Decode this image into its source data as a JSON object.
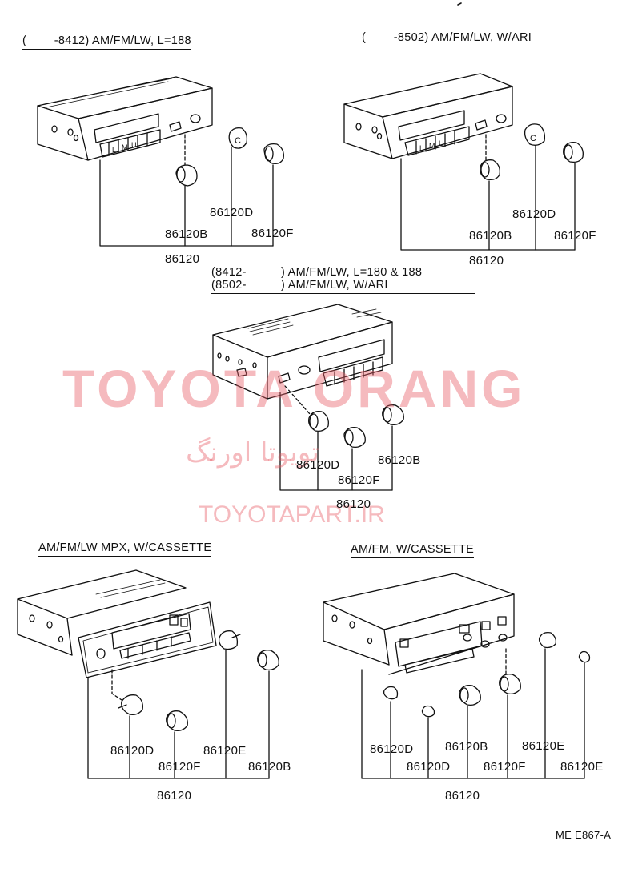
{
  "headers": {
    "top_left": "(        -8412) AM/FM/LW, L=188",
    "top_right": "(        -8502) AM/FM/LW, W/ARI",
    "middle_line1": "(8412-          ) AM/FM/LW, L=180 & 188",
    "middle_line2": "(8502-          ) AM/FM/LW, W/ARI",
    "bottom_left": "AM/FM/LW MPX, W/CASSETTE",
    "bottom_right": "AM/FM, W/CASSETTE"
  },
  "labels": {
    "tl_d": "86120D",
    "tl_b": "86120B",
    "tl_f": "86120F",
    "tl_main": "86120",
    "tr_d": "86120D",
    "tr_b": "86120B",
    "tr_f": "86120F",
    "tr_main": "86120",
    "m_b": "86120B",
    "m_d": "86120D",
    "m_f": "86120F",
    "m_main": "86120",
    "bl_d": "86120D",
    "bl_e": "86120E",
    "bl_f": "86120F",
    "bl_b": "86120B",
    "bl_main": "86120",
    "br_d1": "86120D",
    "br_b": "86120B",
    "br_e1": "86120E",
    "br_d2": "86120D",
    "br_f": "86120F",
    "br_e2": "86120E",
    "br_main": "86120"
  },
  "watermark": {
    "main": "TOYOTA ORANG",
    "farsi": "تویوتا اورنگ",
    "url": "TOYOTAPART.IR"
  },
  "diagram_code": "ME E867-A"
}
